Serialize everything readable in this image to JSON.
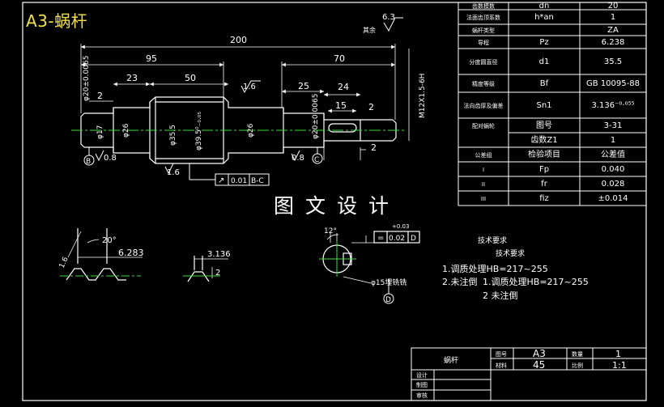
{
  "title": "A3-蜗杆",
  "watermark": "图文设计",
  "dims": {
    "overall": "200",
    "left_len": "95",
    "right_len": "70",
    "seg_23": "23",
    "seg_50": "50",
    "seg_25": "25",
    "seg_24": "24",
    "seg_15": "15",
    "seg_2a": "2",
    "seg_2b": "2",
    "seg_2c": "2",
    "d_left_j": "φ20±0.0065",
    "d_17": "φ17",
    "d_26a": "φ26",
    "d_355": "φ35.5",
    "d_395": "φ39.5⁰₋₀.₀₅",
    "d_26b": "φ26",
    "d_right_j": "φ20±0.0065",
    "d_spline": "M12X1.5-6H"
  },
  "surface": {
    "r63": "6.3",
    "rest": "其余",
    "r16a": "1.6",
    "r16b": "1.6",
    "r08a": "0.8",
    "r08b": "0.8"
  },
  "datums": {
    "b": "B",
    "c": "C",
    "d": "D"
  },
  "tolerance_main": {
    "sym": "↗",
    "val": "0.01",
    "ref": "B-C"
  },
  "tolerance_key": {
    "sym": "=",
    "val": "0.02",
    "ref": "D"
  },
  "details": {
    "angle": "20°",
    "pitch": "6.283",
    "rough": "1.6",
    "lead": "3.136",
    "depth": "2",
    "key_angle": "12°",
    "key_label": "φ15埋铣铣",
    "key_tol": "+0.03"
  },
  "notes": {
    "head1": "技术要求",
    "head2": "技术要求",
    "line1": "1.调质处理HB=217~255",
    "line2": "2.未注倒",
    "line3": "1.调质处理HB=217~255",
    "line4": "2 未注倒"
  },
  "param_table": [
    [
      "齿数模数",
      "dn",
      "20"
    ],
    [
      "法面齿顶系数",
      "h*an",
      "1"
    ],
    [
      "蜗杆类型",
      "",
      "ZA"
    ],
    [
      "导程",
      "Pz",
      "6.238"
    ],
    [
      "分度圆直径",
      "d1",
      "35.5"
    ],
    [
      "精度等级",
      "Bf",
      "GB 10095-88"
    ],
    [
      "法向齿厚及偏差",
      "Sn1",
      "3.136⁻⁰·⁰⁵⁵"
    ],
    [
      "配对蜗轮",
      "图号",
      "3-31"
    ],
    [
      "",
      "齿数Z1",
      "1"
    ],
    [
      "公差组",
      "检验项目",
      "公差值"
    ],
    [
      "I",
      "Fp",
      "0.040"
    ],
    [
      "II",
      "fr",
      "0.028"
    ],
    [
      "III",
      "fiz",
      "±0.014"
    ]
  ],
  "title_block": {
    "name": "蜗杆",
    "k_code": "图号",
    "v_code": "A3",
    "k_qty": "数量",
    "v_qty": "1",
    "k_mat": "材料",
    "v_mat": "45",
    "k_scale": "比例",
    "v_scale": "1:1",
    "k_design": "设计",
    "k_draw": "制图",
    "k_check": "审核"
  },
  "colors": {
    "bg": "#000000",
    "line": "#ffffff",
    "center": "#3ddc3d",
    "title": "#f4e04d"
  }
}
